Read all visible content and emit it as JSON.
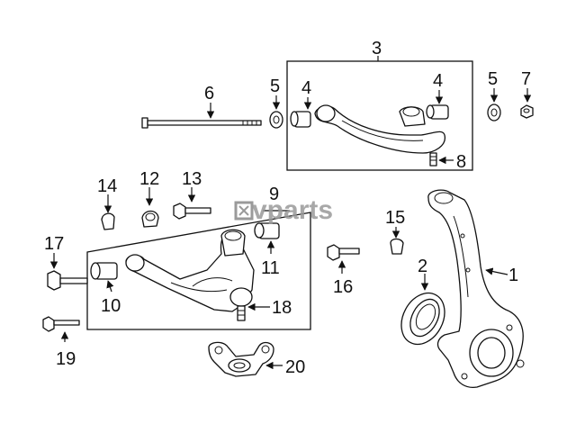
{
  "watermark": {
    "text": "vparts"
  },
  "callouts": [
    "1",
    "2",
    "3",
    "4",
    "4",
    "5",
    "5",
    "6",
    "7",
    "8",
    "9",
    "10",
    "11",
    "12",
    "13",
    "14",
    "15",
    "16",
    "17",
    "18",
    "19",
    "20"
  ]
}
